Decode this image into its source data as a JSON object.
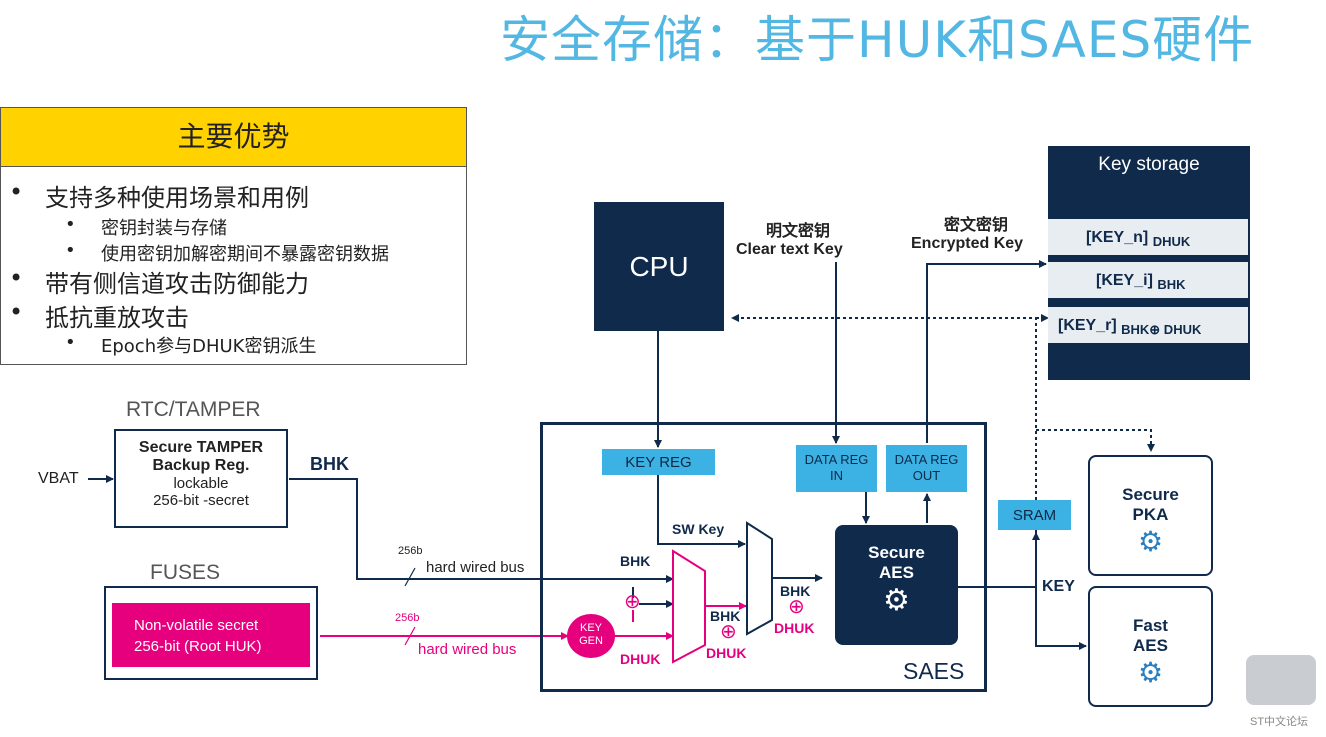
{
  "title": "安全存储：基于HUK和SAES硬件",
  "benefits": {
    "heading": "主要优势",
    "items": [
      {
        "text": "支持多种使用场景和用例",
        "level": 1
      },
      {
        "text": "密钥封装与存储",
        "level": 2
      },
      {
        "text": "使用密钥加解密期间不暴露密钥数据",
        "level": 2
      },
      {
        "text": "带有侧信道攻击防御能力",
        "level": 1
      },
      {
        "text": "抵抗重放攻击",
        "level": 1
      },
      {
        "text": "Epoch参与DHUK密钥派生",
        "level": 2
      }
    ]
  },
  "diagram": {
    "rtc_label": "RTC/TAMPER",
    "vbat": "VBAT",
    "tamper_box": {
      "line1": "Secure TAMPER",
      "line2": "Backup Reg.",
      "line3": "lockable",
      "line4": "256-bit -secret"
    },
    "bhk_out": "BHK",
    "fuses_label": "FUSES",
    "fuse_box": {
      "line1": "Non-volatile secret",
      "line2": "256-bit   (Root HUK)"
    },
    "bus1": {
      "width": "256b",
      "label": "hard wired bus"
    },
    "bus2": {
      "width": "256b",
      "label": "hard wired bus"
    },
    "cpu": "CPU",
    "clear_key": {
      "cn": "明文密钥",
      "en": "Clear text Key"
    },
    "enc_key": {
      "cn": "密文密钥",
      "en": "Encrypted Key"
    },
    "key_storage": {
      "title": "Key storage",
      "rows": [
        {
          "key": "[KEY_n]",
          "sub": "DHUK"
        },
        {
          "key": "[KEY_i]",
          "sub": "BHK"
        },
        {
          "key": "[KEY_r]",
          "sub": "BHK⊕ DHUK"
        }
      ]
    },
    "key_reg": "KEY REG",
    "data_reg_in": {
      "l1": "DATA REG",
      "l2": "IN"
    },
    "data_reg_out": {
      "l1": "DATA REG",
      "l2": "OUT"
    },
    "sw_key": "SW Key",
    "bhk_mux": "BHK",
    "xor": "⊕",
    "dhuk": "DHUK",
    "keygen": {
      "l1": "KEY",
      "l2": "GEN"
    },
    "bhk_mid": "BHK",
    "dhuk_mid": "DHUK",
    "bhk_right": "BHK",
    "dhuk_right": "DHUK",
    "secure_aes": {
      "l1": "Secure",
      "l2": "AES"
    },
    "saes": "SAES",
    "sram": "SRAM",
    "key_label": "KEY",
    "pka": {
      "l1": "Secure",
      "l2": "PKA"
    },
    "fast_aes": {
      "l1": "Fast",
      "l2": "AES"
    },
    "watermark": "ST中文论坛"
  },
  "colors": {
    "navy": "#102a4c",
    "cyan": "#3cb1e3",
    "magenta": "#e6007e",
    "yellow": "#ffd200",
    "title": "#53b7e3"
  }
}
